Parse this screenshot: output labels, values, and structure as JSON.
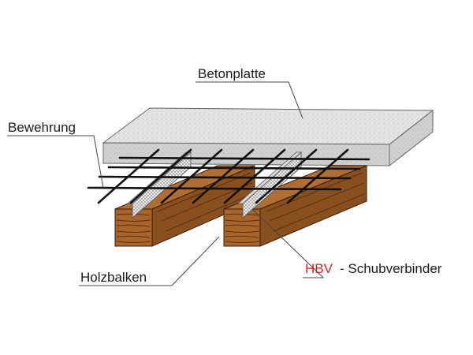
{
  "labels": {
    "slab": "Betonplatte",
    "rebar": "Bewehrung",
    "beam": "Holzbalken",
    "connector_prefix": "HBV",
    "connector_suffix": "- Schubverbinder"
  },
  "colors": {
    "slab_top": "#e4e4e4",
    "slab_side": "#d2d2d2",
    "wood_front": "#a8642a",
    "wood_top": "#b06e35",
    "wood_side": "#8a4f1e",
    "wood_grain": "#5a2f0e",
    "rebar": "#111111",
    "mesh": "#9a9a9a",
    "leader": "#444444",
    "accent_red": "#e02020"
  }
}
